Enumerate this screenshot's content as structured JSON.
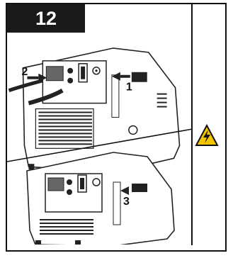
{
  "step": {
    "number": "12"
  },
  "callouts": {
    "top": [
      {
        "label": "1"
      },
      {
        "label": "2"
      }
    ],
    "bottom": [
      {
        "label": "3"
      }
    ]
  },
  "warning": {
    "icon": "electrical-hazard-icon",
    "color": "#f5c400"
  }
}
